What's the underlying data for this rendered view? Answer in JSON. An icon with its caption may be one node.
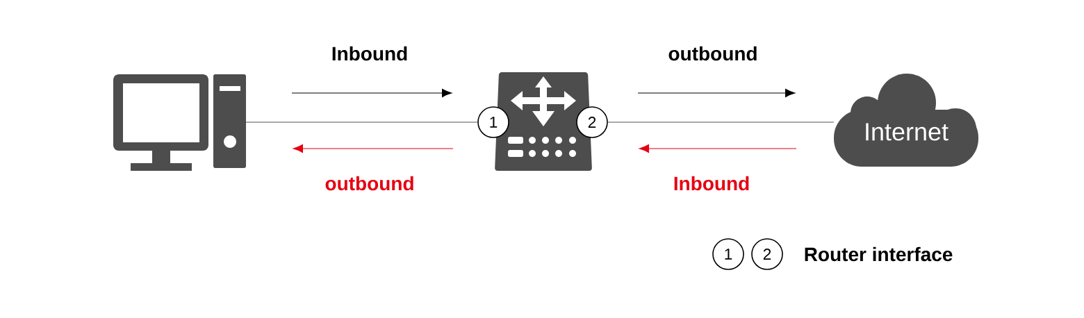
{
  "diagram": {
    "nodes": [
      {
        "text": [],
        "shape": "picture"
      },
      {
        "text": [],
        "shape": "picture"
      },
      {
        "text": [
          "1"
        ]
      },
      {
        "text": [
          "2"
        ]
      },
      {
        "text": [
          "Internet"
        ]
      },
      {
        "text": [
          "1"
        ]
      },
      {
        "text": [
          "2"
        ]
      }
    ],
    "edges": [
      {
        "from": 0,
        "to": 2,
        "arrow": "none",
        "color": "#555555"
      },
      {
        "from": 3,
        "to": 4,
        "arrow": "none",
        "color": "#555555"
      }
    ],
    "labels": [
      "Inbound",
      "outbound",
      "outbound",
      "Inbound",
      "Router interface"
    ]
  }
}
